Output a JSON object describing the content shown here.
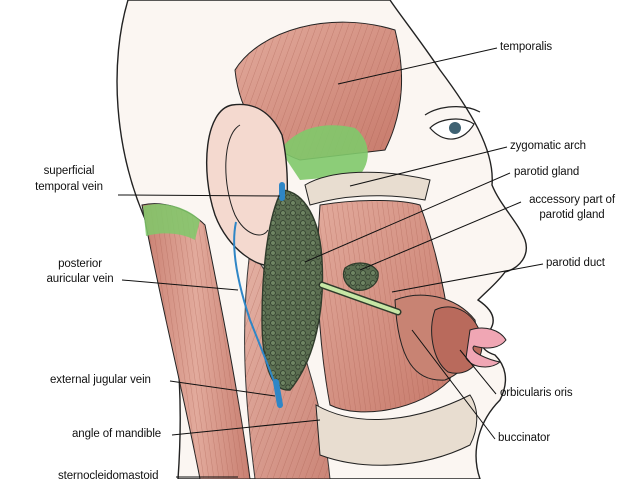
{
  "labels": {
    "temporalis": "temporalis",
    "zygomatic_arch": "zygomatic arch",
    "parotid_gland": "parotid gland",
    "accessory_parotid_line1": "accessory part of",
    "accessory_parotid_line2": "parotid gland",
    "parotid_duct": "parotid duct",
    "orbicularis_oris": "orbicularis oris",
    "buccinator": "buccinator",
    "superficial_temporal_vein_line1": "superficial",
    "superficial_temporal_vein_line2": "temporal vein",
    "posterior_auricular_vein_line1": "posterior",
    "posterior_auricular_vein_line2": "auricular vein",
    "external_jugular_vein": "external jugular vein",
    "angle_of_mandible": "angle of mandible",
    "sternocleidomastoid": "sternocleidomastoid"
  },
  "colors": {
    "muscle": "#d79b8c",
    "muscle_dark": "#b65f50",
    "skin": "#ffffff",
    "gland": "#55674c",
    "gland_dark": "#2f3b2b",
    "vein": "#2f86c6",
    "fascia_green": "#7fc96a",
    "bone": "#e8ddd0",
    "lip": "#f0a6b4",
    "outline": "#222222"
  }
}
